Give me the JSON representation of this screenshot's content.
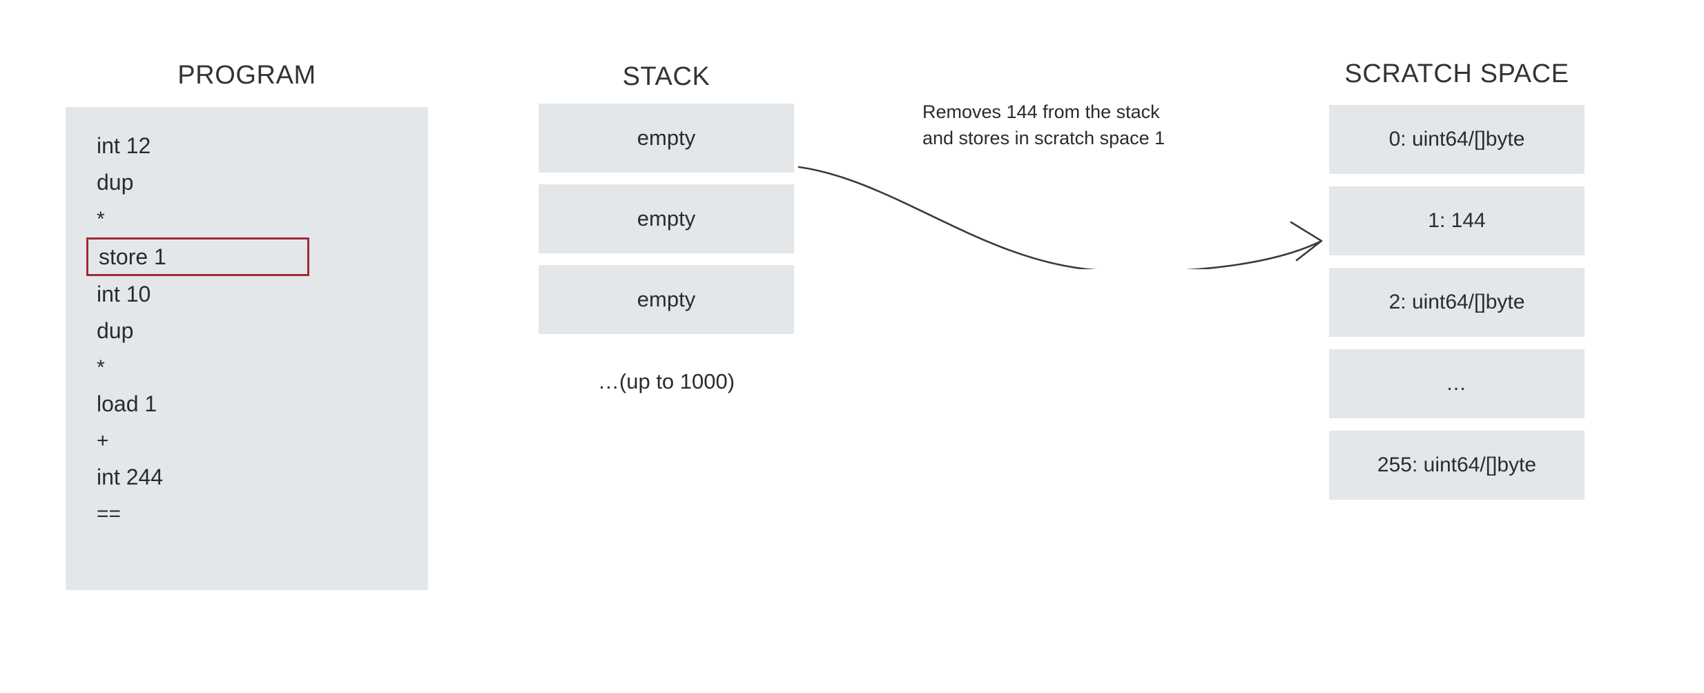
{
  "program": {
    "title": "PROGRAM",
    "highlighted_index": 3,
    "highlight_color": "#9e2a35",
    "panel_color": "#e4e7ea",
    "instructions": [
      "int 12",
      "dup",
      "*",
      "store 1",
      "int 10",
      "dup",
      "*",
      "load 1",
      "+",
      "int 244",
      "=="
    ]
  },
  "stack": {
    "title": "STACK",
    "panel_color": "#e4e7ea",
    "cells": [
      "empty",
      "empty",
      "empty"
    ],
    "more_label": "…(up to 1000)"
  },
  "annotation": {
    "line1": "Removes 144 from the stack",
    "line2": "and stores in scratch space 1",
    "arrow_icon": "curved-arrow-icon",
    "arrow_color": "#3a3a3a"
  },
  "scratch": {
    "title": "SCRATCH SPACE",
    "panel_color": "#e4e7ea",
    "cells": [
      "0: uint64/[]byte",
      "1: 144",
      "2: uint64/[]byte",
      "…",
      "255: uint64/[]byte"
    ]
  }
}
